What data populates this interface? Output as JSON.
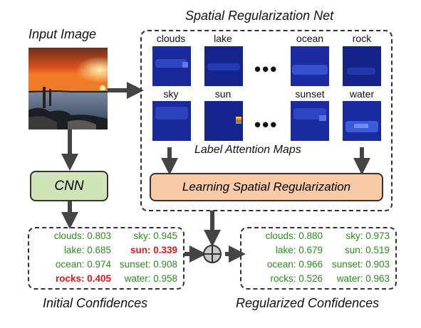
{
  "titles": {
    "input_image": "Input Image",
    "spatial_net": "Spatial Regularization Net",
    "attention_maps": "Label Attention Maps",
    "initial": "Initial Confidences",
    "regularized": "Regularized Confidences"
  },
  "blocks": {
    "cnn": "CNN",
    "learning": "Learning Spatial Regularization"
  },
  "maps_top": [
    "clouds",
    "lake",
    "ocean",
    "rock"
  ],
  "maps_bottom": [
    "sky",
    "sun",
    "sunset",
    "water"
  ],
  "ellipsis": "•••",
  "initial_left": [
    {
      "label": "clouds: 0.803",
      "highlight": false
    },
    {
      "label": "lake: 0.685",
      "highlight": false
    },
    {
      "label": "ocean: 0.974",
      "highlight": false
    },
    {
      "label": "rocks: 0.405",
      "highlight": true
    }
  ],
  "initial_right": [
    {
      "label": "sky: 0.945",
      "highlight": false
    },
    {
      "label": "sun: 0.339",
      "highlight": true
    },
    {
      "label": "sunset: 0.908",
      "highlight": false
    },
    {
      "label": "water: 0.958",
      "highlight": false
    }
  ],
  "regularized_left": [
    {
      "label": "clouds: 0.880"
    },
    {
      "label": "lake: 0.679"
    },
    {
      "label": "ocean: 0.966"
    },
    {
      "label": "rocks: 0.526"
    }
  ],
  "regularized_right": [
    {
      "label": "sky: 0.973"
    },
    {
      "label": "sun: 0.519"
    },
    {
      "label": "sunset: 0.903"
    },
    {
      "label": "water: 0.963"
    }
  ],
  "colors": {
    "green_text": "#2d8a1e",
    "red_text": "#e3141b",
    "cnn_fill": "#cfe5b8",
    "learning_fill": "#f8cba6",
    "map_bg": "#101f8c"
  }
}
